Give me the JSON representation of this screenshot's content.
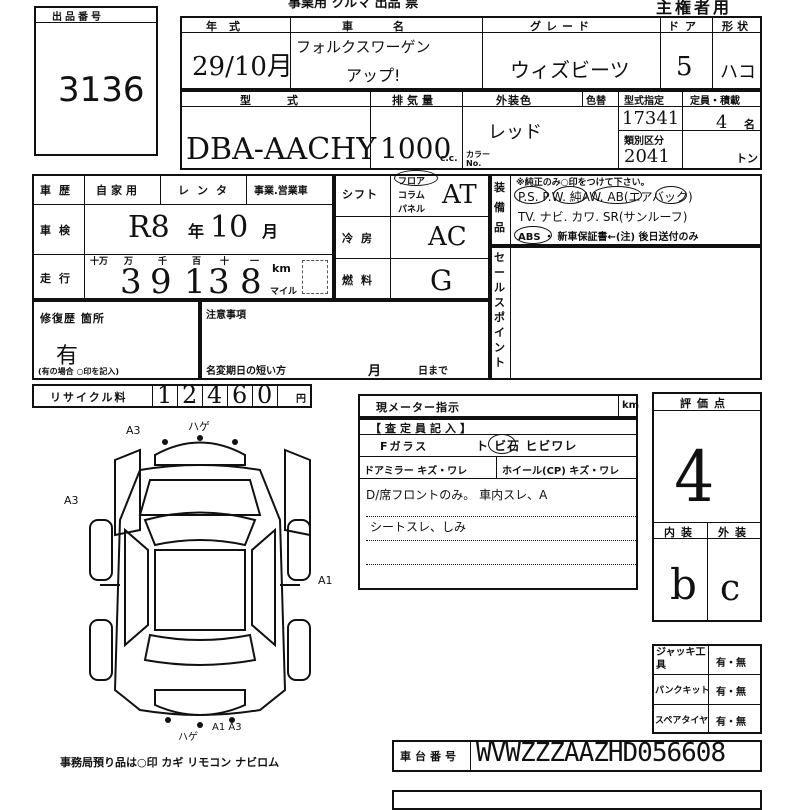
{
  "header": {
    "lot_label": "出品番号",
    "lot_number": "3136",
    "top_partial": "事業用 クルマ 出品 票",
    "for_owner": "主権者用"
  },
  "row1": {
    "year_label": "年式",
    "year_value": "29/10月",
    "maker_label": "車名",
    "maker_value": "フォルクスワーゲン",
    "model_value": "アップ!",
    "grade_label": "グレード",
    "grade_value": "ウィズビーツ",
    "doors_label": "ドア",
    "doors_value": "5",
    "shape_label": "形状",
    "shape_value": "ハコ"
  },
  "row2": {
    "type_label": "型式",
    "type_value": "DBA-AACHY",
    "disp_label": "排気量",
    "disp_value": "1000",
    "disp_unit": "c.c.",
    "color_label": "外装色",
    "color_value": "レッド",
    "color_no_label": "カラーNo.",
    "paint_label": "色替",
    "spec_label": "型式指定",
    "spec_value": "17341",
    "class_label": "類別区分",
    "class_value": "2041",
    "cap_label": "定員・積載",
    "cap_value": "4",
    "cap_unit": "名",
    "load_unit": "トン"
  },
  "history": {
    "label": "車歴",
    "opt_private": "自家用",
    "opt_rental": "レンタ",
    "opt_business": "事業.営業車",
    "inspect_label": "車検",
    "inspect_value": "R8",
    "inspect_year": "年",
    "inspect_month_value": "10",
    "inspect_month": "月",
    "mileage_label": "走行",
    "mileage_units": [
      "十万",
      "万",
      "千",
      "百",
      "十",
      "一"
    ],
    "mileage_digits": [
      "3",
      "9",
      "1",
      "3",
      "8"
    ],
    "km_label": "km",
    "mile_label": "マイル"
  },
  "drive": {
    "shift_label": "シフト",
    "shift_options": [
      "フロア",
      "コラム",
      "パネル"
    ],
    "shift_value": "AT",
    "ac_label": "冷房",
    "ac_value": "AC",
    "fuel_label": "燃料",
    "fuel_value": "G"
  },
  "equipment": {
    "label": "装備品",
    "note": "※純正のみ○印をつけて下さい。",
    "line1": "P.S. P.W. 純AW. AB(エアバック)",
    "line2": "TV. ナビ. カワ. SR(サンルーフ)",
    "line3": "ABS ・ 新車保証書←(注) 後日送付のみ"
  },
  "sale_point": {
    "label": "セールスポイント"
  },
  "repair": {
    "label": "修復歴 箇所",
    "value": "有",
    "hint": "(有の場合 ○印を記入)"
  },
  "notes": {
    "label": "注意事項",
    "name_change": "名変期日の短い方",
    "month": "月",
    "day_until": "日まで"
  },
  "recycle": {
    "label": "リサイクル料",
    "digits": [
      "1",
      "2",
      "4",
      "6",
      "0"
    ],
    "unit": "円"
  },
  "meter": {
    "label": "現メーター指示",
    "unit": "km"
  },
  "inspector": {
    "title": "【査定員記入】",
    "f_glass": "Fガラス",
    "f_glass_opts": "ト ビ石 ヒビワレ",
    "mirror": "ドアミラー キズ・ワレ",
    "wheel": "ホイール(CP) キズ・ワレ",
    "note1": "D/席フロントのみ。 車内スレ、A",
    "note2": "シートスレ、しみ"
  },
  "score": {
    "label": "評価点",
    "value": "4",
    "interior_label": "内装",
    "interior_value": "b",
    "exterior_label": "外装",
    "exterior_value": "c"
  },
  "tools": {
    "jack_label": "ジャッキ工具",
    "jack_value": "有・無",
    "puncture_label": "パンクキット",
    "puncture_value": "有・無",
    "spare_label": "スペアタイヤ",
    "spare_value": "有・無"
  },
  "diagram": {
    "marks": [
      "A3",
      "ハゲ",
      "A3",
      "A1",
      "ハゲ",
      "A1 A3"
    ],
    "office_items": "事務局預り品は○印  カギ リモコン ナビロム"
  },
  "chassis": {
    "label": "車台番号",
    "value": "WVWZZZAAZHD056608"
  }
}
